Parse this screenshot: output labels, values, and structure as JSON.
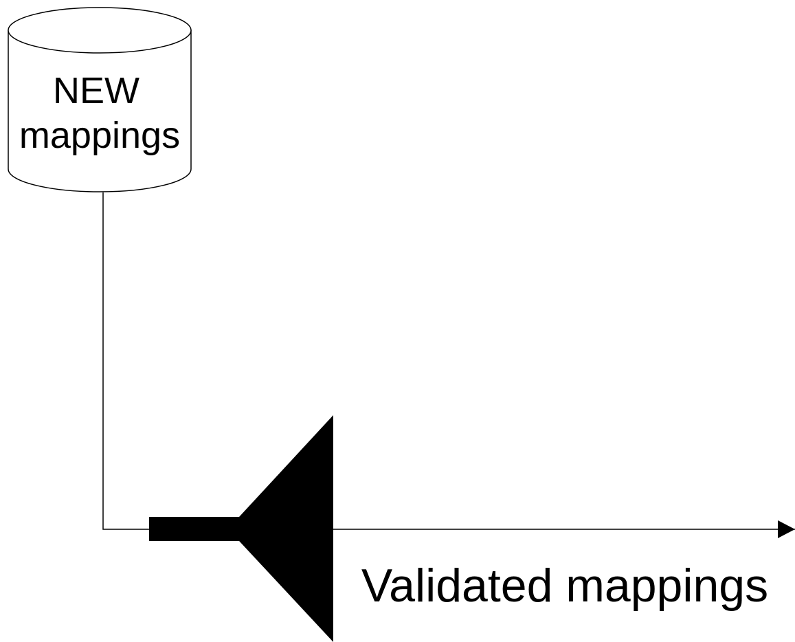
{
  "database": {
    "label_line1": "NEW",
    "label_line2": "mappings"
  },
  "output": {
    "label": "Validated mappings"
  },
  "colors": {
    "stroke": "#000000",
    "fill": "#ffffff",
    "filter": "#000000"
  }
}
